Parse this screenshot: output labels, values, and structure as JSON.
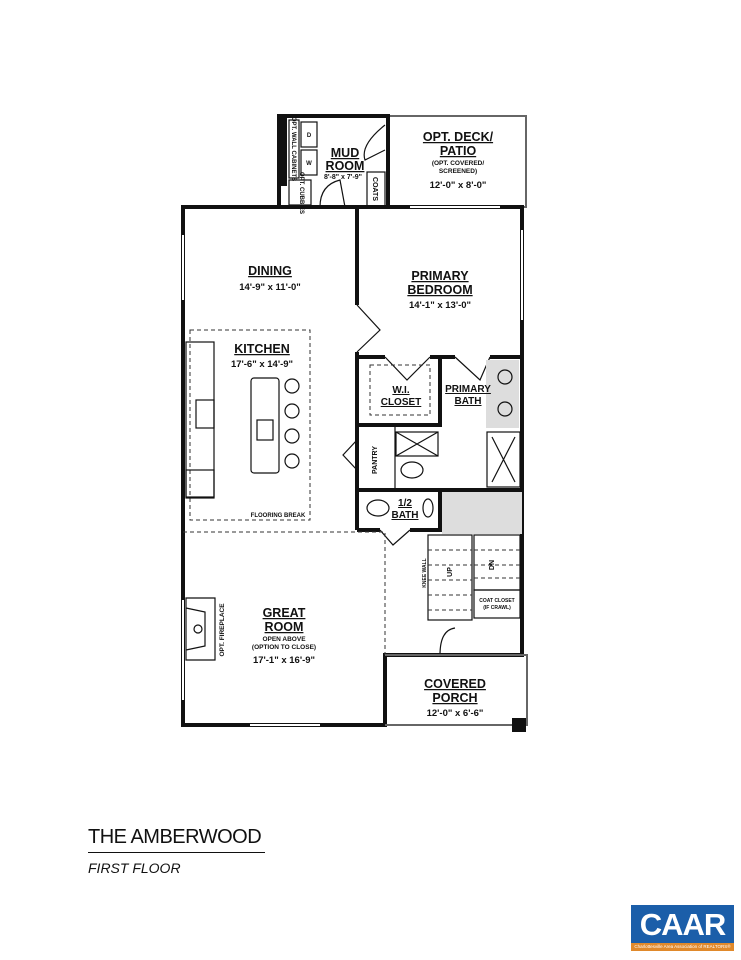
{
  "plan": {
    "title": "THE AMBERWOOD",
    "subtitle": "FIRST FLOOR",
    "rooms": {
      "mud_room": {
        "name1": "MUD",
        "name2": "ROOM",
        "dim": "8'-8\" x 7'-9\""
      },
      "deck": {
        "name1": "OPT. DECK/",
        "name2": "PATIO",
        "note1": "(OPT. COVERED/",
        "note2": "SCREENED)",
        "dim": "12'-0\" x 8'-0\""
      },
      "coats": "COATS",
      "opt_wall_cabinets": "OPT. WALL CABINETS",
      "opt_cubbies": "OPT. CUBBIES",
      "washer": "W",
      "dryer": "D",
      "dining": {
        "name": "DINING",
        "dim": "14'-9\" x 11'-0\""
      },
      "primary_bedroom": {
        "name1": "PRIMARY",
        "name2": "BEDROOM",
        "dim": "14'-1\" x 13'-0\""
      },
      "kitchen": {
        "name": "KITCHEN",
        "dim": "17'-6\" x 14'-9\""
      },
      "wi_closet": {
        "name1": "W.I.",
        "name2": "CLOSET"
      },
      "primary_bath": {
        "name1": "PRIMARY",
        "name2": "BATH"
      },
      "pantry": "PANTRY",
      "half_bath": {
        "name1": "1/2",
        "name2": "BATH"
      },
      "flooring_break": "FLOORING BREAK",
      "knee_wall": "KNEE WALL",
      "up": "UP",
      "dn": "DN",
      "coat_closet": "COAT CLOSET",
      "coat_closet_note": "(IF CRAWL)",
      "opt_fireplace": "OPT. FIREPLACE",
      "great_room": {
        "name1": "GREAT",
        "name2": "ROOM",
        "note1": "OPEN ABOVE",
        "note2": "(OPTION TO CLOSE)",
        "dim": "17'-1\" x 16'-9\""
      },
      "covered_porch": {
        "name1": "COVERED",
        "name2": "PORCH",
        "dim": "12'-0\" x 6'-6\""
      }
    }
  },
  "logo": {
    "text": "CAAR",
    "tagline": "Charlottesville Area Association of REALTORS®",
    "colors": {
      "primary": "#1b5ea9",
      "accent": "#e0892b"
    }
  }
}
